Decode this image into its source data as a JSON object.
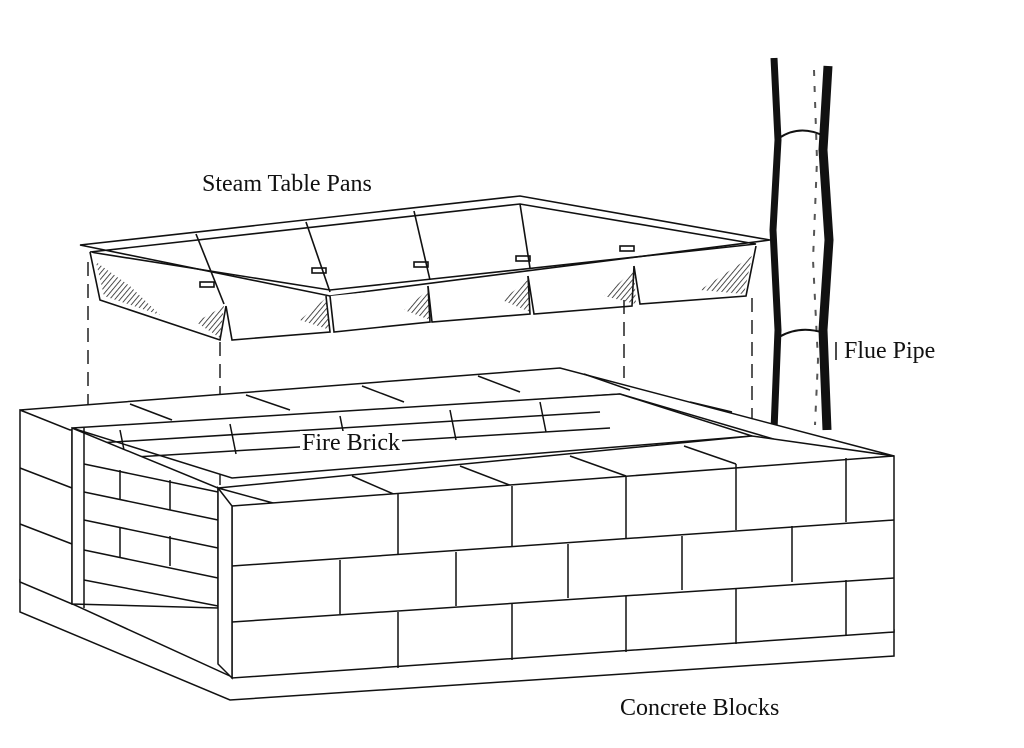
{
  "labels": {
    "steam_table_pans": "Steam Table Pans",
    "flue_pipe": "Flue Pipe",
    "fire_brick": "Fire Brick",
    "concrete_blocks": "Concrete Blocks"
  },
  "colors": {
    "ink": "#111111",
    "paper": "#ffffff",
    "shade": "#333333"
  },
  "pan_count": 5
}
